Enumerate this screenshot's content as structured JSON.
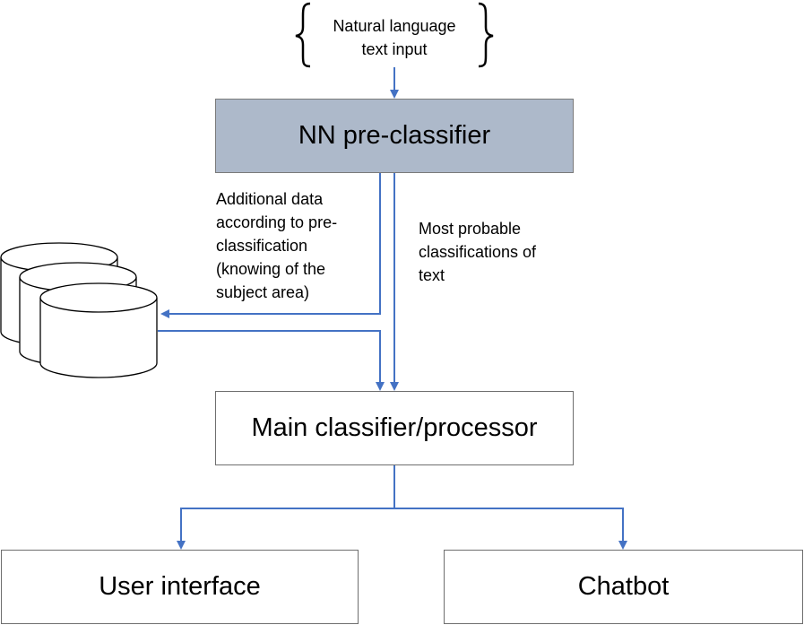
{
  "colors": {
    "arrow": "#4472c4",
    "shaded_box_fill": "#adb9ca",
    "box_border": "#6e6e6e"
  },
  "input": {
    "lines": [
      "Natural language",
      "text input"
    ]
  },
  "pre_classifier": {
    "label": "NN pre-classifier"
  },
  "notes": {
    "additional_data": [
      "Additional data",
      "according to pre-",
      "classification",
      "(knowing of the",
      "subject area)"
    ],
    "most_probable": [
      "Most probable",
      "classifications of",
      "text"
    ]
  },
  "main_classifier": {
    "label": "Main classifier/processor"
  },
  "outputs": {
    "user_interface": "User interface",
    "chatbot": "Chatbot"
  },
  "databases": {
    "icon": "database-stack-icon",
    "count": 3
  }
}
